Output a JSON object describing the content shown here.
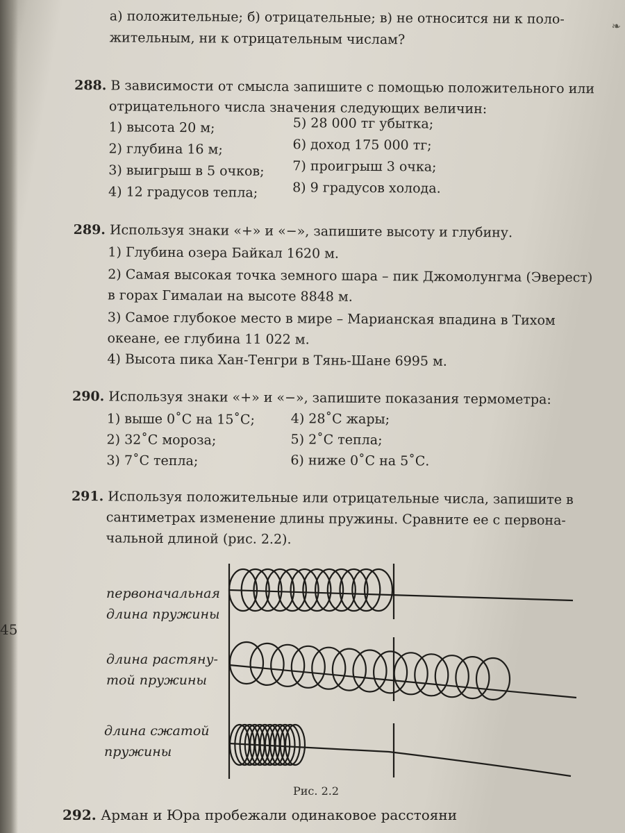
{
  "top": {
    "line1": "а) положительные;  б) отрицательные;  в) не относится ни к поло-",
    "line2": "жительным, ни к отрицательным числам?"
  },
  "p288": {
    "num": "288.",
    "text1": "В зависимости от смысла запишите с помощью положительного или",
    "text2": "отрицательного числа значения следующих величин:",
    "left": [
      "1) высота 20 м;",
      "2) глубина 16 м;",
      "3) выигрыш в 5 очков;",
      "4) 12 градусов тепла;"
    ],
    "right": [
      "5) 28 000 тг убытка;",
      "6) доход 175 000 тг;",
      "7) проигрыш 3 очка;",
      "8) 9 градусов холода."
    ]
  },
  "p289": {
    "num": "289.",
    "text1": "Используя знаки «+» и «−», запишите высоту и глубину.",
    "lines": [
      "1) Глубина озера Байкал 1620 м.",
      "2) Самая высокая точка земного шара – пик Джомолунгма (Эверест)",
      "в горах Гималаи на высоте 8848 м.",
      "3) Самое глубокое место в мире – Марианская впадина в Тихом",
      "океане, ее глубина 11 022 м.",
      "4) Высота пика Хан-Тенгри в Тянь-Шане 6995 м."
    ]
  },
  "p290": {
    "num": "290.",
    "text1": "Используя знаки «+» и «−», запишите показания термометра:",
    "left": [
      "1) выше 0˚С на 15˚С;",
      "2) 32˚С мороза;",
      "3) 7˚С тепла;"
    ],
    "right": [
      "4) 28˚С жары;",
      "5) 2˚С тепла;",
      "6) ниже 0˚С на 5˚С."
    ]
  },
  "p291": {
    "num": "291.",
    "text1": "Используя положительные или отрицательные числа, запишите в",
    "text2": "сантиметрах изменение длины пружины. Сравните ее с первона-",
    "text3": "чальной длиной (рис. 2.2)."
  },
  "figure": {
    "label_original_1": "первоначальная",
    "label_original_2": "длина пружины",
    "label_stretched_1": "длина растяну-",
    "label_stretched_2": "той пружины",
    "label_compressed_1": "длина сжатой",
    "label_compressed_2": "пружины",
    "caption": "Рис. 2.2"
  },
  "p292": {
    "num": "292.",
    "text1": "Арман и Юра пробежали одинаковое расстояни"
  },
  "margin": {
    "page_number": "45"
  }
}
